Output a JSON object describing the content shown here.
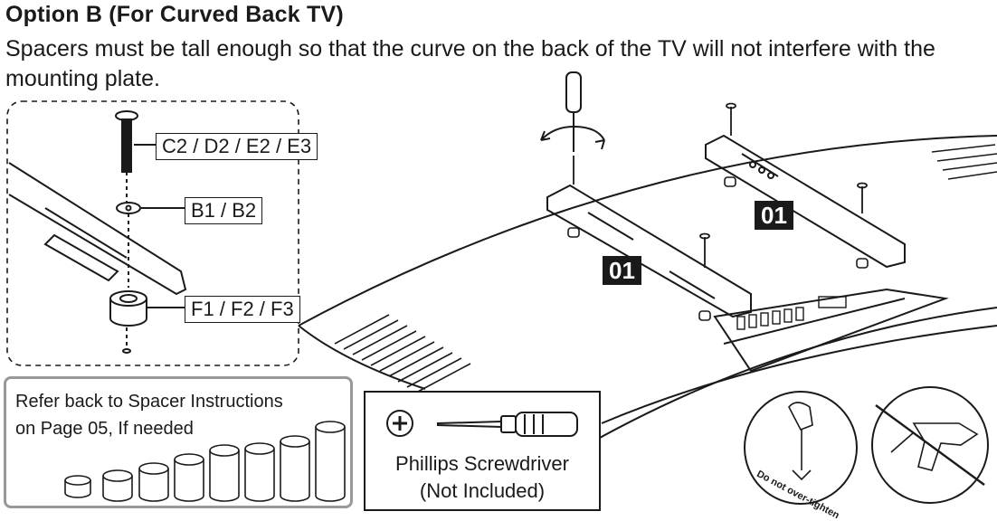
{
  "header": {
    "title": "Option B (For Curved Back TV)",
    "instruction": "Spacers must be tall enough so that the curve on the back of the TV will not interfere with the mounting plate."
  },
  "detail": {
    "screw_label": "C2 / D2 / E2 / E3",
    "washer_label": "B1 / B2",
    "spacer_label": "F1 / F2 / F3"
  },
  "badges": {
    "bracket_right": "01",
    "bracket_left": "01"
  },
  "refer": {
    "line1": "Refer back to Spacer Instructions",
    "line2": "on Page 05, If needed"
  },
  "tool": {
    "name": "Phillips Screwdriver",
    "note": "(Not Included)",
    "icon": "plus-circle-icon"
  },
  "warning": {
    "text": "Do not over-tighten",
    "icons": [
      "hand-screwdriver-icon",
      "power-drill-prohibited-icon"
    ]
  }
}
